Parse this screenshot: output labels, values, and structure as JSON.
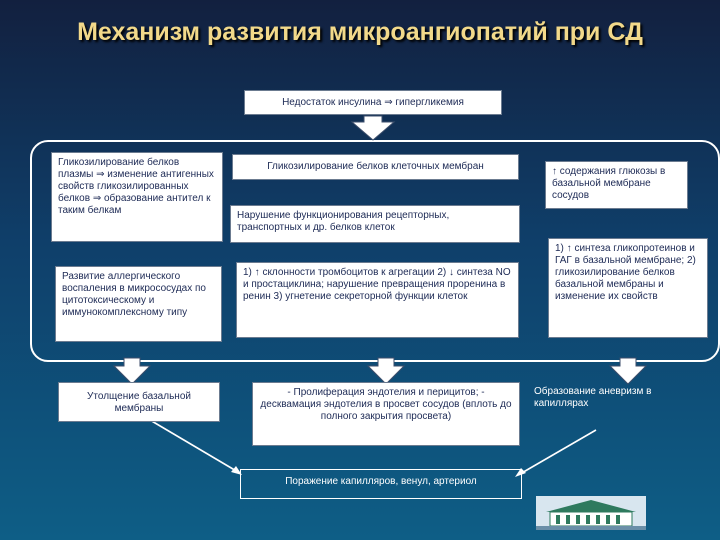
{
  "title": "Механизм развития микроангиопатий при СД",
  "boxes": {
    "top": "Недостаток инсулина ⇒ гипергликемия",
    "plasma_glyc": "Гликозилирование белков плазмы ⇒ изменение антигенных свойств гликозилированных белков ⇒ образование антител к таким белкам",
    "membrane_glyc": "Гликозилирование белков клеточных мембран",
    "glucose_bm": "↑ содержания глюкозы в базальной мембране сосудов",
    "receptor": "Нарушение функционирования рецепторных, транспортных и др. белков клеток",
    "allergic": "Развитие аллергического воспаления в микрососудах по цитотоксическому и иммунокомплексному типу",
    "thrombo": "1) ↑ склонности тромбоцитов к агрегации 2) ↓ синтеза NO и простациклина; нарушение превращения проренина в ренин 3) угнетение секреторной функции клеток",
    "gag": "1) ↑ синтеза гликопротеинов и ГАГ в базальной мембране; 2) гликозилирование белков базальной мембраны и изменение их свойств",
    "thickening": "Утолщение базальной мембраны",
    "proliferation": "- Пролиферация эндотелия и перицитов; - десквамация эндотелия в просвет сосудов (вплоть до полного закрытия просвета)",
    "aneurysm": "Образование аневризм в капиллярах",
    "damage": "Поражение капилляров, венул, артериол"
  },
  "colors": {
    "title": "#f2d98a",
    "box_text": "#1d2a55",
    "arrow": "#ffffff",
    "background_top": "#12203f",
    "background_bottom": "#0e5e86"
  },
  "icons": {
    "logo": "building-logo"
  }
}
